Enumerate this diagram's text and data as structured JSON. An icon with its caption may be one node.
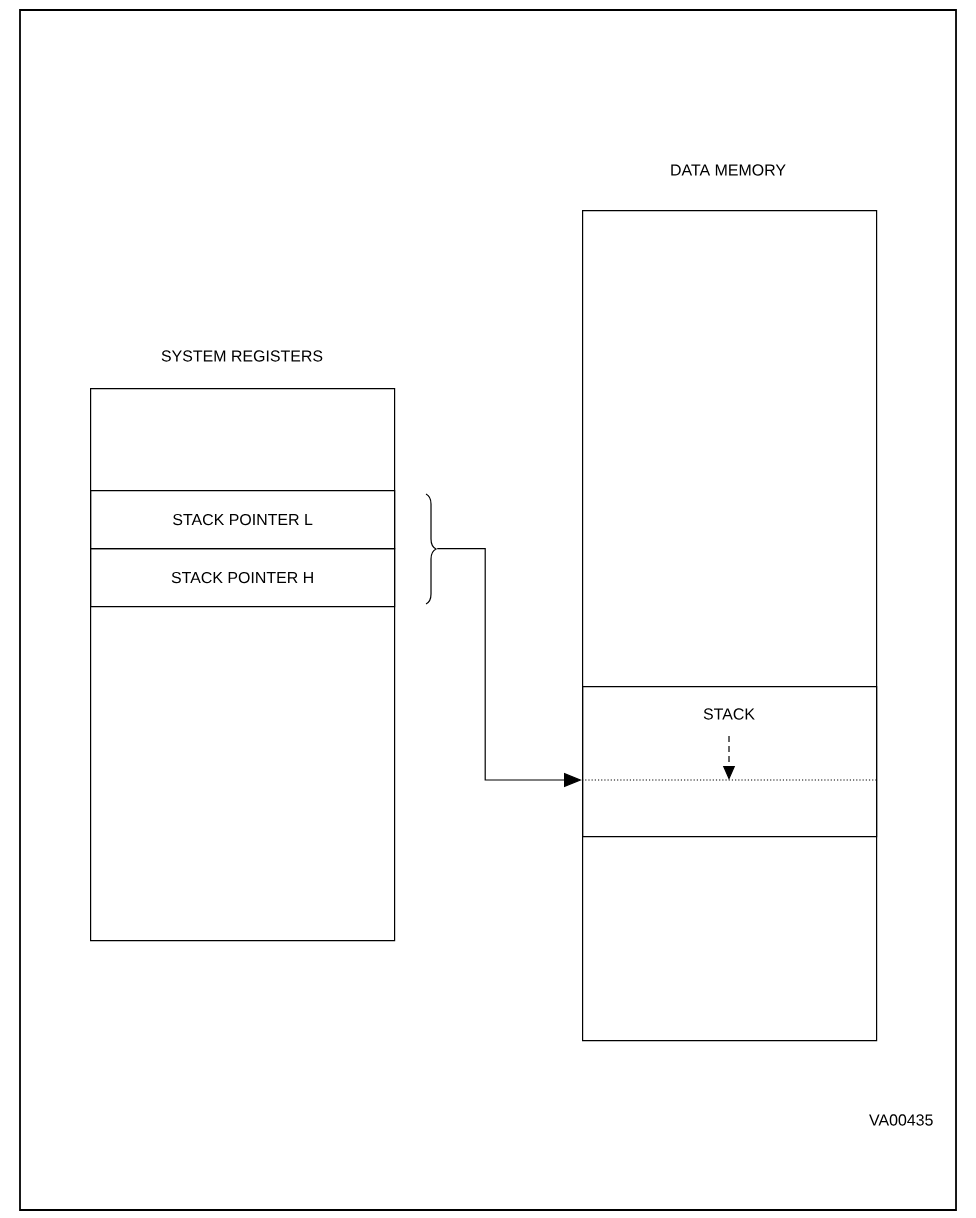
{
  "diagram": {
    "nodes": [
      {
        "text": [
          "SYSTEM REGISTERS"
        ]
      },
      {
        "text": [
          "STACK POINTER L"
        ],
        "in": 0
      },
      {
        "text": [
          "STACK POINTER H"
        ],
        "in": 0
      },
      {
        "text": [
          "DATA MEMORY"
        ]
      },
      {
        "text": [
          "STACK"
        ],
        "in": 3
      }
    ],
    "edges": [
      {
        "from": 1,
        "to": 4,
        "arrow": "to"
      },
      {
        "from": 2,
        "to": 4,
        "arrow": "to"
      }
    ],
    "labels": [
      "VA00435"
    ]
  }
}
